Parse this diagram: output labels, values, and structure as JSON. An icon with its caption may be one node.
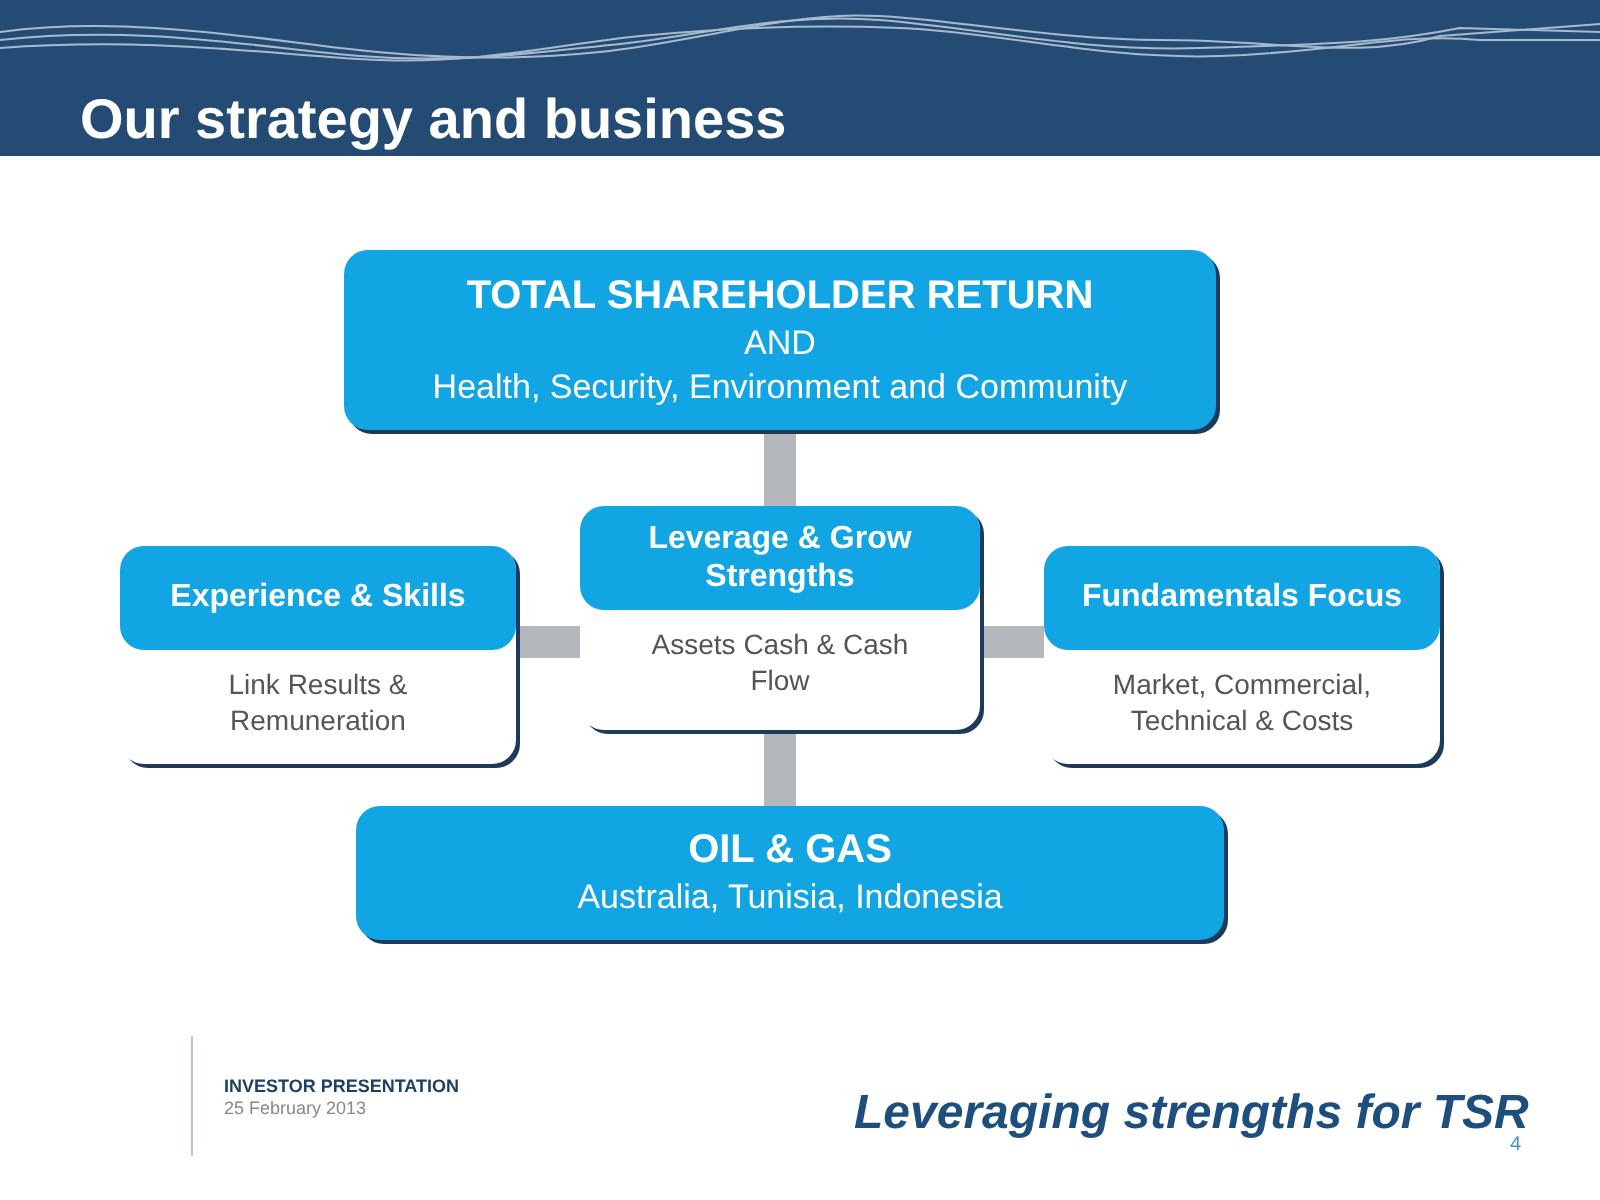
{
  "diagram": {
    "title": "Our strategy and business",
    "nodes": [
      {
        "text": [
          "TOTAL SHAREHOLDER RETURN",
          "AND",
          "Health, Security, Environment and Community"
        ]
      },
      {
        "text": [
          "Experience & Skills",
          "Link Results & Remuneration"
        ]
      },
      {
        "text": [
          "Leverage & Grow Strengths",
          "Assets Cash & Cash Flow"
        ]
      },
      {
        "text": [
          "Fundamentals Focus",
          "Market, Commercial, Technical & Costs"
        ]
      },
      {
        "text": [
          "OIL & GAS",
          "Australia, Tunisia, Indonesia"
        ]
      }
    ],
    "edges": [
      {
        "from": 0,
        "to": 2,
        "arrow": "none"
      },
      {
        "from": 1,
        "to": 2,
        "arrow": "none"
      },
      {
        "from": 2,
        "to": 3,
        "arrow": "none"
      },
      {
        "from": 2,
        "to": 4,
        "arrow": "none"
      }
    ],
    "labels": [
      "INVESTOR PRESENTATION",
      "25 February 2013",
      "Leveraging strengths for TSR",
      "4"
    ]
  }
}
